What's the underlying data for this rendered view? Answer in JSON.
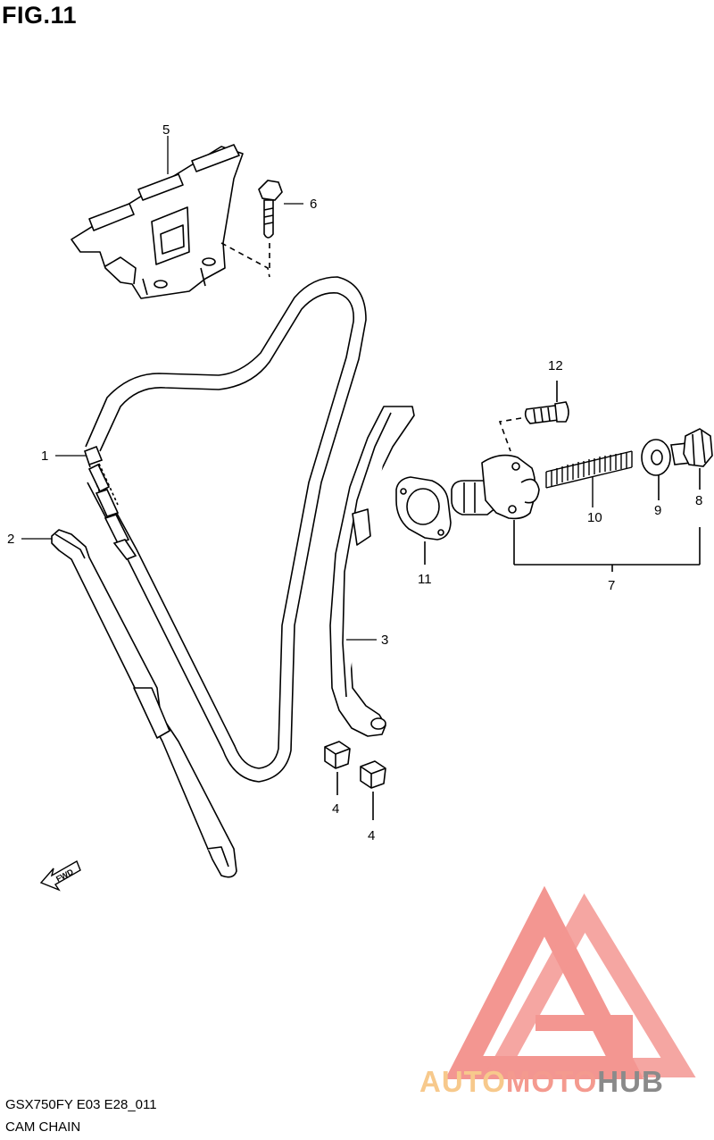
{
  "figure": {
    "title": "FIG.11"
  },
  "callouts": {
    "c1": "1",
    "c2": "2",
    "c3": "3",
    "c4a": "4",
    "c4b": "4",
    "c5": "5",
    "c6": "6",
    "c7": "7",
    "c8": "8",
    "c9": "9",
    "c10": "10",
    "c11": "11",
    "c12": "12"
  },
  "fwd_label": "FWD",
  "footer": {
    "model_code": "GSX750FY E03 E28_011",
    "section_name": "CAM CHAIN"
  },
  "watermark": {
    "part1": "AUTO",
    "part2": "MOTO",
    "part3": "HUB",
    "colors": {
      "auto": "#f7c98c",
      "moto": "#f49a8f",
      "hub": "#8a8a8a",
      "logo": "#f28b86"
    }
  }
}
